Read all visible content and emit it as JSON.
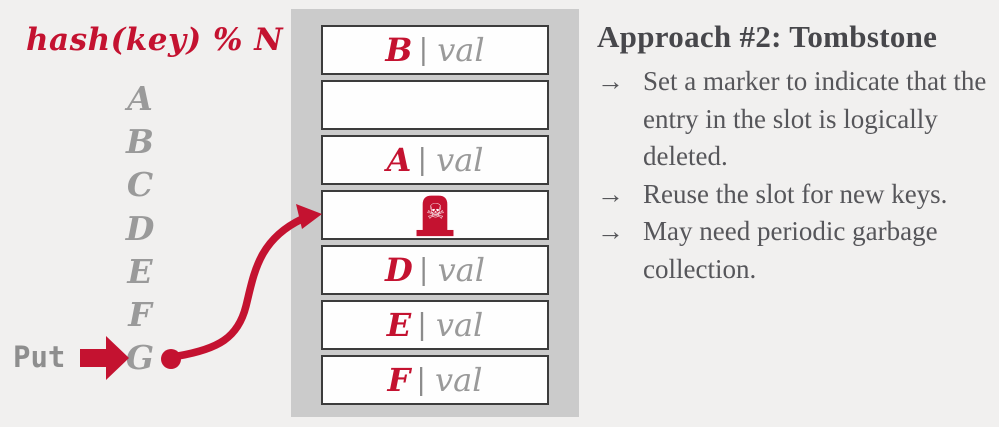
{
  "colors": {
    "accent": "#C41230",
    "key_gray": "#9A9A9A",
    "text_dark": "#47474B",
    "text_body": "#56565A",
    "panel_bg": "#CBCBCB",
    "slot_border": "#3C3C3C",
    "page_bg": "#F1F0EF",
    "slot_bg": "#FEFEFE"
  },
  "hash_function_label": "hash(key) % N",
  "put_label": "Put",
  "key_list": [
    "A",
    "B",
    "C",
    "D",
    "E",
    "F",
    "G"
  ],
  "slot_separator": "|",
  "hash_table": {
    "slots": [
      {
        "key": "B",
        "value": "val",
        "state": "occupied"
      },
      {
        "state": "empty"
      },
      {
        "key": "A",
        "value": "val",
        "state": "occupied"
      },
      {
        "state": "tombstone",
        "icon": "tombstone-skull-icon"
      },
      {
        "key": "D",
        "value": "val",
        "state": "occupied"
      },
      {
        "key": "E",
        "value": "val",
        "state": "occupied"
      },
      {
        "key": "F",
        "value": "val",
        "state": "occupied"
      }
    ]
  },
  "notes": {
    "title": "Approach #2: Tombstone",
    "bullets": [
      {
        "marker": "→",
        "text": "Set a marker to indicate that the entry in the slot is logically deleted."
      },
      {
        "marker": "→",
        "text": "Reuse the slot for new keys."
      },
      {
        "marker": "→",
        "text": "May need periodic garbage collection."
      }
    ]
  },
  "icons": {
    "skull": "☠"
  }
}
